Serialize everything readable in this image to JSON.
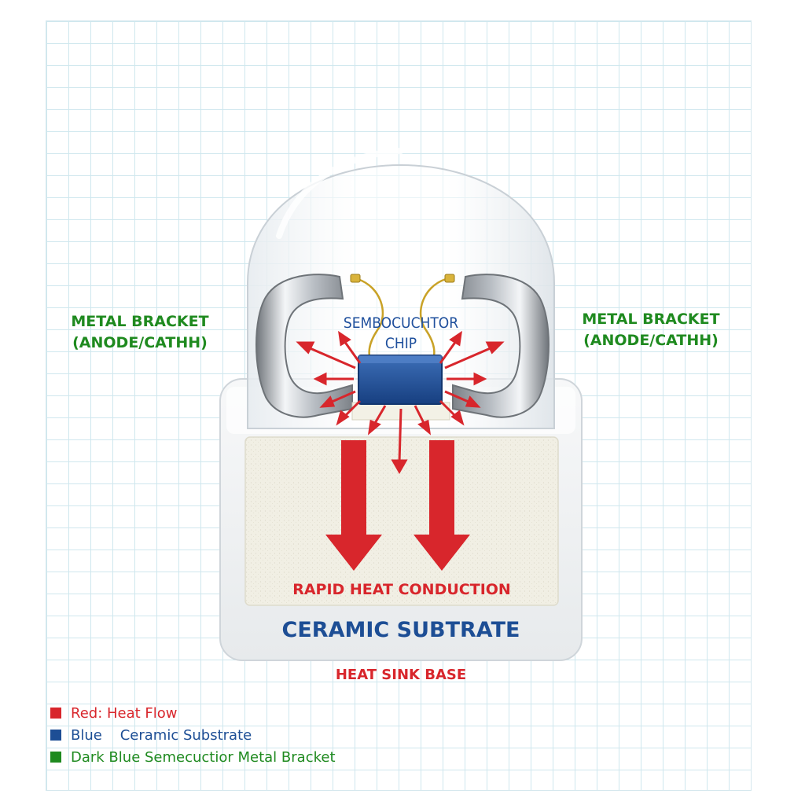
{
  "labels": {
    "bracket_left_line1": "METAL BRACKET",
    "bracket_left_line2": "(ANODE/CATHH)",
    "bracket_right_line1": "METAL BRACKET",
    "bracket_right_line2": "(ANODE/CATHH)",
    "chip_line1": "SEMBOCUCHTOR",
    "chip_line2": "CHIP",
    "heat_conduction": "RAPID HEAT CONDUCTION",
    "ceramic_substrate": "CERAMIC SUBTRATE",
    "heat_sink": "HEAT SINK BASE"
  },
  "legend": [
    {
      "text": "Red: Heat Flow",
      "color": "#d8262c"
    },
    {
      "text": "Blue    Ceramic Substrate",
      "color": "#1d4e95"
    },
    {
      "text": "Dark Blue Semecuctior Metal Bracket",
      "color": "#1f8a1f"
    }
  ],
  "colors": {
    "heat_flow": "#d8262c",
    "chip_blue": "#1e4f9c",
    "bracket_green": "#1f8a1f",
    "gold_wire": "#c9a227"
  }
}
